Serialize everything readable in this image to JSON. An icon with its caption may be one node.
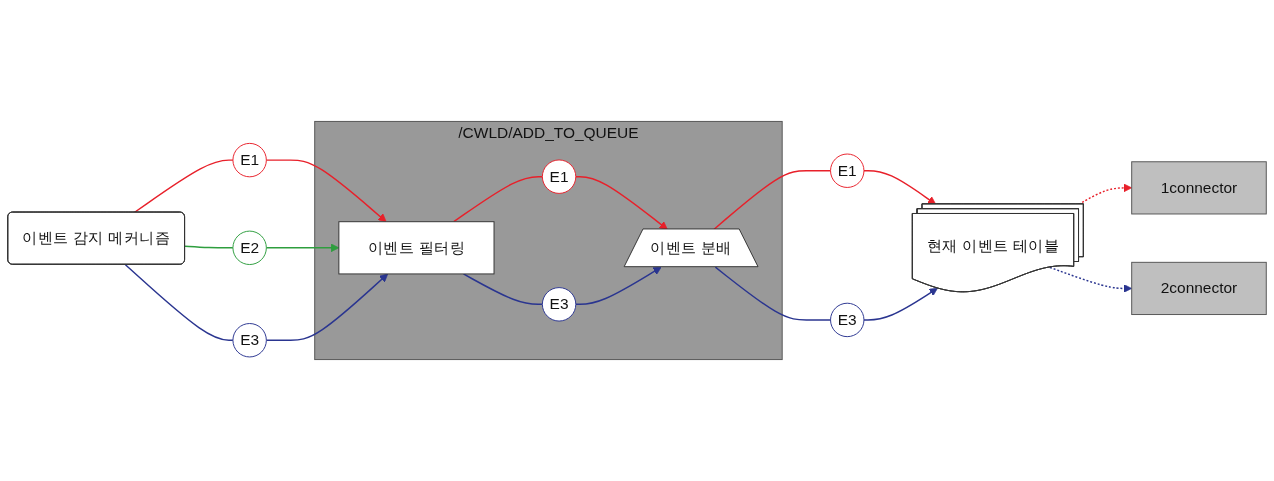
{
  "diagram": {
    "nodes": [
      {
        "text": [
          "이벤트 감지 메커니즘"
        ]
      },
      {
        "text": [
          "E1"
        ]
      },
      {
        "text": [
          "E2"
        ]
      },
      {
        "text": [
          "E3"
        ]
      },
      {
        "text": [
          "/CWLD/ADD_TO_QUEUE"
        ]
      },
      {
        "text": [
          "이벤트 필터링"
        ],
        "in": 4
      },
      {
        "text": [
          "E1"
        ],
        "in": 4
      },
      {
        "text": [
          "E3"
        ],
        "in": 4
      },
      {
        "text": [
          "이벤트 분배"
        ],
        "in": 4
      },
      {
        "text": [
          "E1"
        ]
      },
      {
        "text": [
          "E3"
        ]
      },
      {
        "text": [
          "현재 이벤트 테이블"
        ]
      },
      {
        "text": [
          "1connector"
        ]
      },
      {
        "text": [
          "2connector"
        ]
      }
    ],
    "edges": [
      {
        "from": 0,
        "to": 1,
        "arrow": "none",
        "color": "#e8202a"
      },
      {
        "from": 1,
        "to": 5,
        "arrow": "to",
        "color": "#e8202a"
      },
      {
        "from": 0,
        "to": 2,
        "arrow": "none",
        "color": "#2e9e3e"
      },
      {
        "from": 2,
        "to": 5,
        "arrow": "to",
        "color": "#2e9e3e"
      },
      {
        "from": 0,
        "to": 3,
        "arrow": "none",
        "color": "#2a3590"
      },
      {
        "from": 3,
        "to": 5,
        "arrow": "to",
        "color": "#2a3590"
      },
      {
        "from": 5,
        "to": 6,
        "arrow": "none",
        "color": "#e8202a"
      },
      {
        "from": 6,
        "to": 8,
        "arrow": "to",
        "color": "#e8202a"
      },
      {
        "from": 5,
        "to": 7,
        "arrow": "none",
        "color": "#2a3590"
      },
      {
        "from": 7,
        "to": 8,
        "arrow": "to",
        "color": "#2a3590"
      },
      {
        "from": 8,
        "to": 9,
        "arrow": "none",
        "color": "#e8202a"
      },
      {
        "from": 9,
        "to": 11,
        "arrow": "to",
        "color": "#e8202a"
      },
      {
        "from": 8,
        "to": 10,
        "arrow": "none",
        "color": "#2a3590"
      },
      {
        "from": 10,
        "to": 11,
        "arrow": "to",
        "color": "#2a3590"
      },
      {
        "from": 11,
        "to": 12,
        "arrow": "to",
        "style": "dashed",
        "color": "#e8202a"
      },
      {
        "from": 11,
        "to": 13,
        "arrow": "to",
        "style": "dashed",
        "color": "#2a3590"
      }
    ]
  }
}
